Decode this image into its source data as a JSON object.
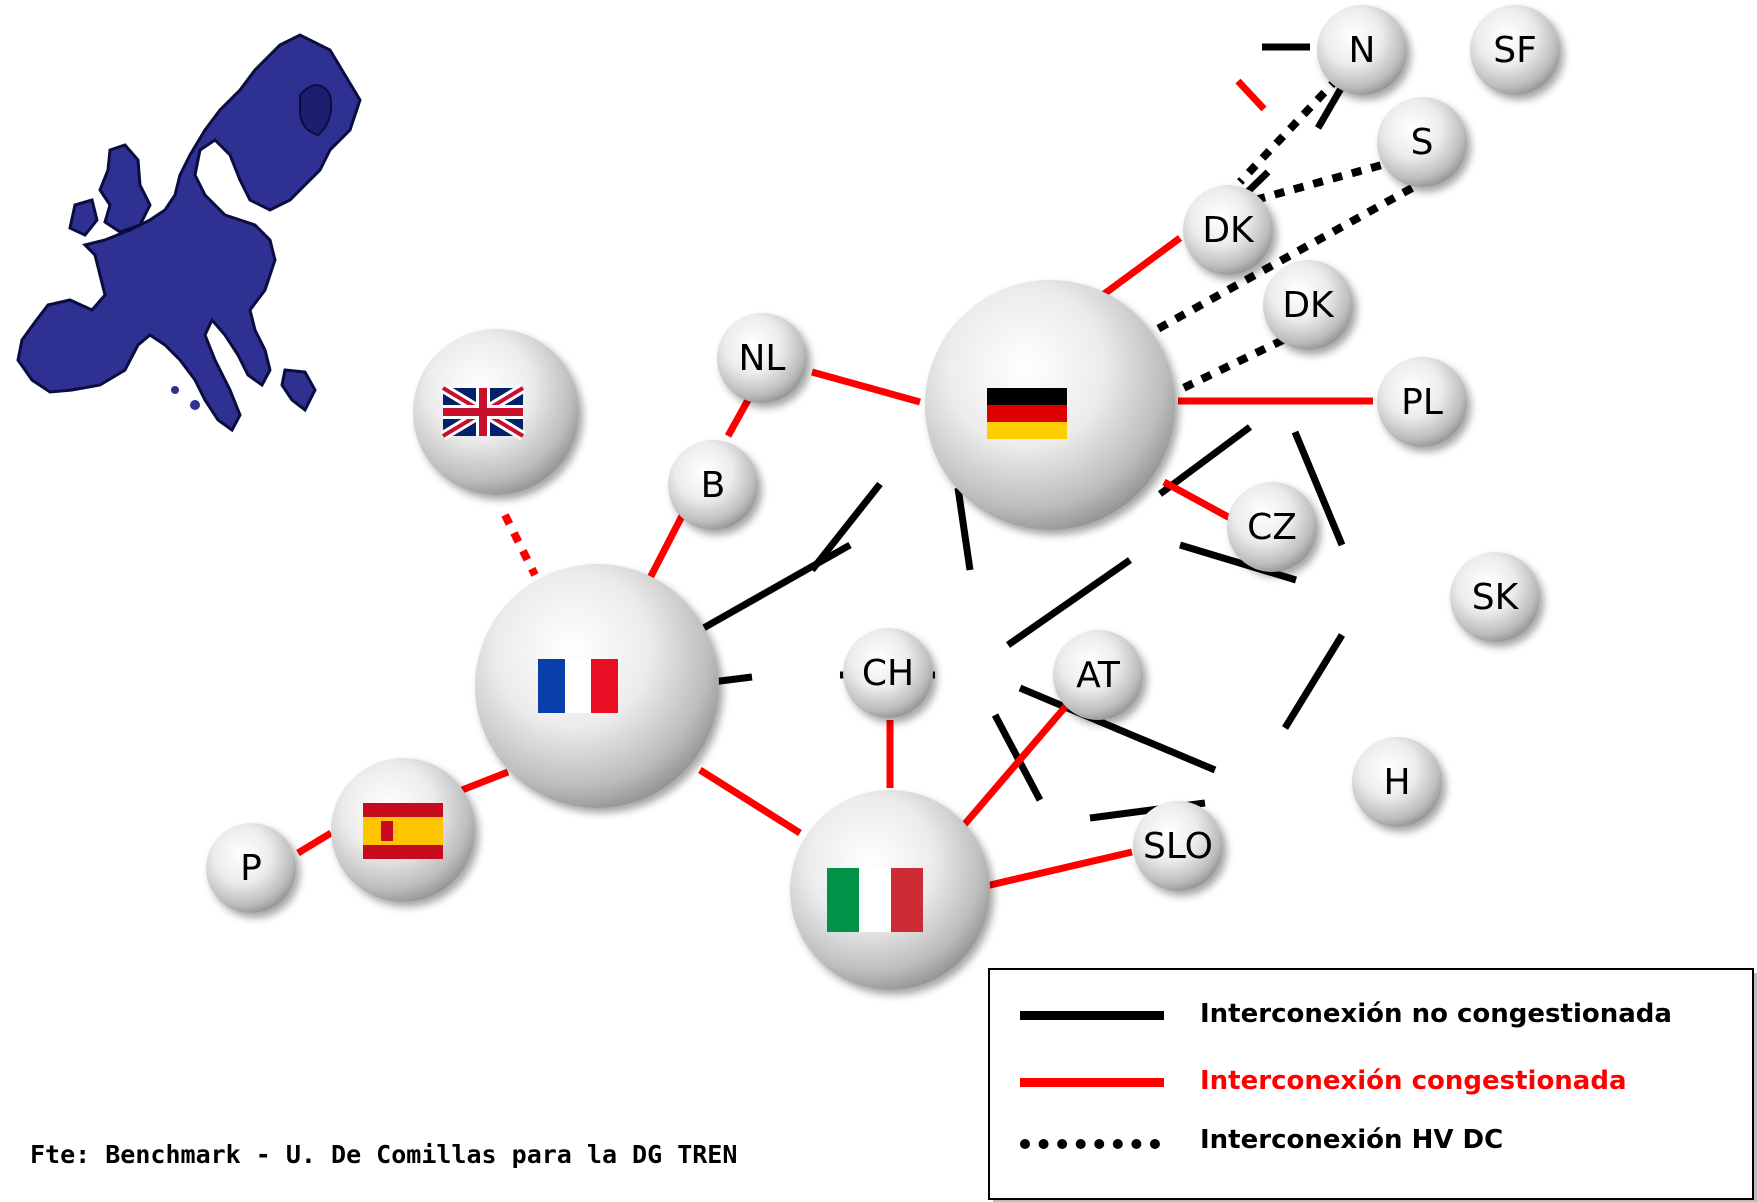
{
  "nodes": {
    "N": "N",
    "SF": "SF",
    "S": "S",
    "DK1": "DK",
    "DK2": "DK",
    "NL": "NL",
    "B": "B",
    "PL": "PL",
    "CZ": "CZ",
    "SK": "SK",
    "CH": "CH",
    "AT": "AT",
    "H": "H",
    "SLO": "SLO",
    "P": "P"
  },
  "legend": {
    "normal": "Interconexión no congestionada",
    "congested": "Interconexión congestionada",
    "hvdc": "Interconexión HV DC"
  },
  "source": "Fte: Benchmark - U. De Comillas para la DG TREN",
  "colors": {
    "normal": "#000000",
    "congested": "#ff0000",
    "hvdc": "#000000",
    "map": "#2e3192"
  }
}
